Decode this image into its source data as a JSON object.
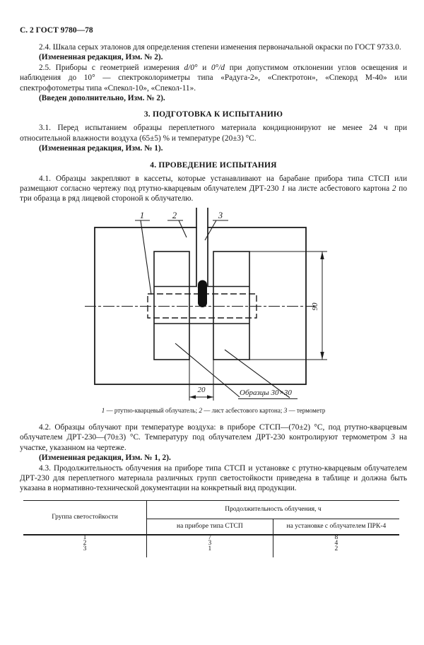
{
  "page_header": "С. 2 ГОСТ 9780—78",
  "body": {
    "p24": "2.4. Шкала серых эталонов для определения степени изменения первоначальной окраски по ГОСТ 9733.0.",
    "note24": "(Измененная редакция, Изм. № 2).",
    "p25": [
      "2.5. Приборы с геометрией измерения ",
      "d/0°",
      " и ",
      "0°/d",
      " при допустимом отклонении углов освещения и наблюдения до 10° — спектроколориметры типа «Радуга-2», «Спектротон», «Спекорд М-40» или спектрофотометры типа «Спекол-10», «Спекол-11»."
    ],
    "note25": "(Введен дополнительно, Изм. № 2).",
    "h3": "3. ПОДГОТОВКА К ИСПЫТАНИЮ",
    "p31": "3.1. Перед испытанием образцы переплетного материала кондиционируют не менее 24 ч при относительной влажности воздуха (65±5) % и температуре (20±3) °С.",
    "note31": "(Измененная редакция, Изм. № 1).",
    "h4": "4. ПРОВЕДЕНИЕ ИСПЫТАНИЯ",
    "p41": [
      "4.1. Образцы закрепляют в кассеты, которые устанавливают на барабане прибора типа СТСП или размещают согласно чертежу под ртутно-кварцевым облучателем ДРТ-230 ",
      "1",
      " на листе асбестового картона ",
      "2",
      " по три образца в ряд лицевой стороной к облучателю."
    ],
    "p42": [
      "4.2. Образцы облучают при температуре воздуха: в приборе СТСП—(70±2) °С, под ртутно-кварцевым облучателем ДРТ-230—(70±3) °С. Температуру под облучателем ДРТ-230 контролируют термометром ",
      "3",
      " на участке, указанном на чертеже."
    ],
    "note42": "(Измененная редакция, Изм. № 1, 2).",
    "p43": "4.3. Продолжительность облучения на приборе типа СТСП и установке с ртутно-кварцевым облучателем ДРТ-230 для переплетного материала различных групп светостойкости приведена в таблице и должна быть указана в нормативно-технической документации на конкретный вид продукции."
  },
  "figure": {
    "callout1": "1",
    "callout2": "2",
    "callout3": "3",
    "dim_height": "90",
    "dim_gap": "20",
    "samples_label": "Образцы 30×30",
    "caption": [
      "1",
      " — ртутно-кварцевый облучатель; ",
      "2",
      " — лист асбестового картона; ",
      "3",
      " — термометр"
    ]
  },
  "table": {
    "col_group": "Группа светостойкости",
    "col_span": "Продолжительность облучения, ч",
    "sub1": "на приборе типа СТСП",
    "sub2": "на установке с облучателем ПРК-4",
    "rows": [
      [
        "1",
        "7",
        "8"
      ],
      [
        "2",
        "3",
        "4"
      ],
      [
        "3",
        "1",
        "2"
      ]
    ]
  },
  "colors": {
    "ink": "#1c1c1c",
    "paper": "#ffffff"
  }
}
